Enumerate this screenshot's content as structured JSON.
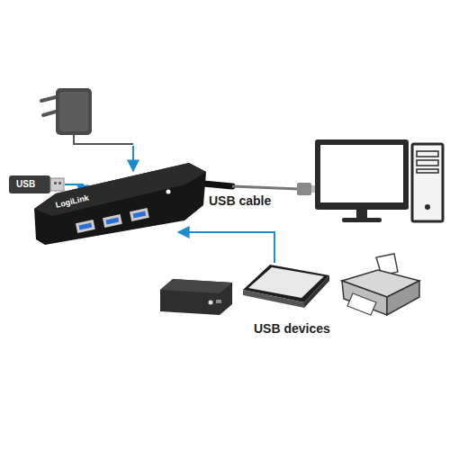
{
  "diagram": {
    "nodes": [
      {
        "text": [
          "USB"
        ]
      },
      {
        "text": [
          "LogiLink"
        ]
      }
    ],
    "edges": [
      {
        "from": 0,
        "to": 1,
        "arrow": "to"
      }
    ],
    "labels": [
      "USB cable",
      "USB devices"
    ]
  }
}
